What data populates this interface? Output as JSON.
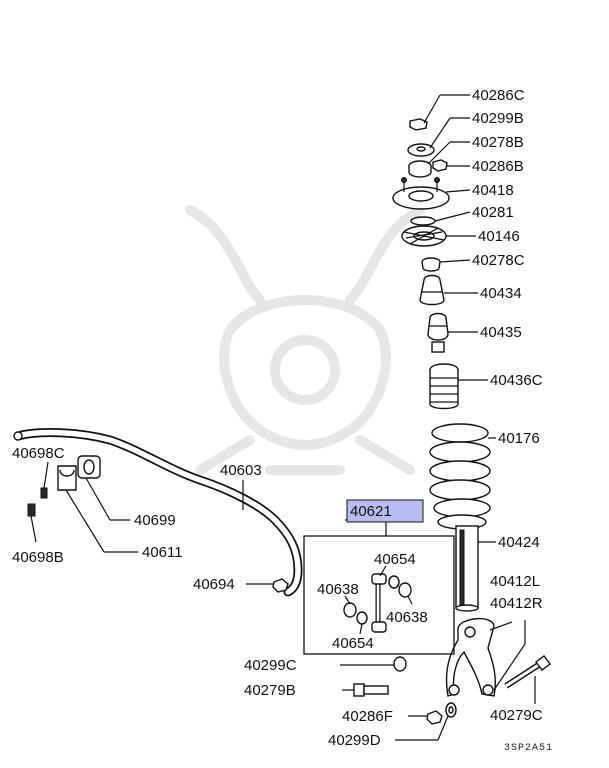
{
  "diagram": {
    "highlight_color": "#b7bdf0",
    "diagram_code": "3SP2A51",
    "labels": {
      "l40286C": "40286C",
      "l40299B": "40299B",
      "l40278B": "40278B",
      "l40286B": "40286B",
      "l40418": "40418",
      "l40281": "40281",
      "l40146": "40146",
      "l40278C": "40278C",
      "l40434": "40434",
      "l40435": "40435",
      "l40436C": "40436C",
      "l40176": "40176",
      "l40424": "40424",
      "l40412L": "40412L",
      "l40412R": "40412R",
      "l40279C": "40279C",
      "l40286F": "40286F",
      "l40299D": "40299D",
      "l40299C": "40299C",
      "l40279B": "40279B",
      "l40621": "40621",
      "l40654a": "40654",
      "l40638a": "40638",
      "l40638b": "40638",
      "l40654b": "40654",
      "l40694": "40694",
      "l40603": "40603",
      "l40698C": "40698C",
      "l40699": "40699",
      "l40611": "40611",
      "l40698B": "40698B"
    }
  }
}
